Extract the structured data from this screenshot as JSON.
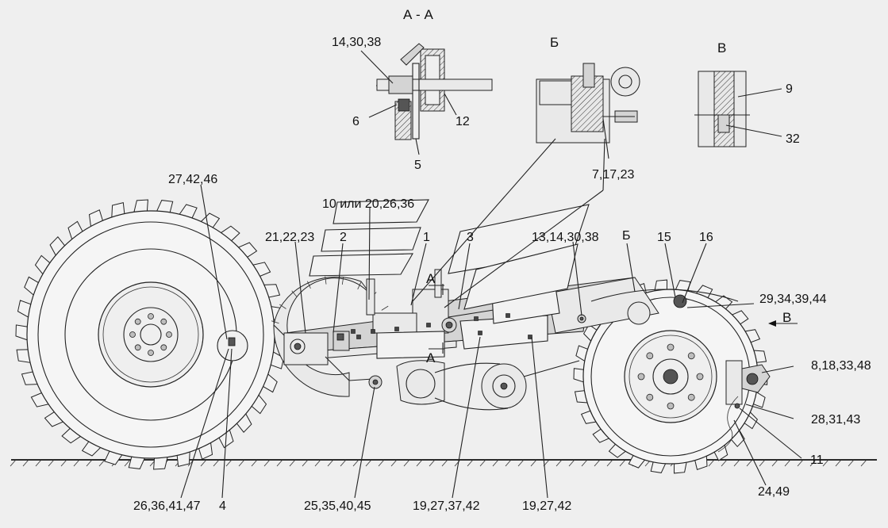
{
  "views": {
    "section_aa": "А - А",
    "view_b": "Б",
    "view_v": "В"
  },
  "labels": {
    "l_14_30_38": "14,30,38",
    "l_6": "6",
    "l_12": "12",
    "l_5": "5",
    "l_7_17_23": "7,17,23",
    "l_9": "9",
    "l_32": "32",
    "l_27_42_46": "27,42,46",
    "l_10_20_26_36": "10 или 20,26,36",
    "l_21_22_23": "21,22,23",
    "l_2": "2",
    "l_1": "1",
    "l_3": "3",
    "l_13_14_30_38": "13,14,30,38",
    "l_b_main": "Б",
    "l_15": "15",
    "l_16": "16",
    "l_29_34_39_44": "29,34,39,44",
    "l_v_arrow": "В",
    "l_a_top": "А",
    "l_a_bottom": "А",
    "l_8_18_33_48": "8,18,33,48",
    "l_28_31_43": "28,31,43",
    "l_11": "11",
    "l_24_49": "24,49",
    "l_26_36_41_47": "26,36,41,47",
    "l_4": "4",
    "l_25_35_40_45": "25,35,40,45",
    "l_19_27_37_42": "19,27,37,42",
    "l_19_27_42": "19,27,42"
  }
}
